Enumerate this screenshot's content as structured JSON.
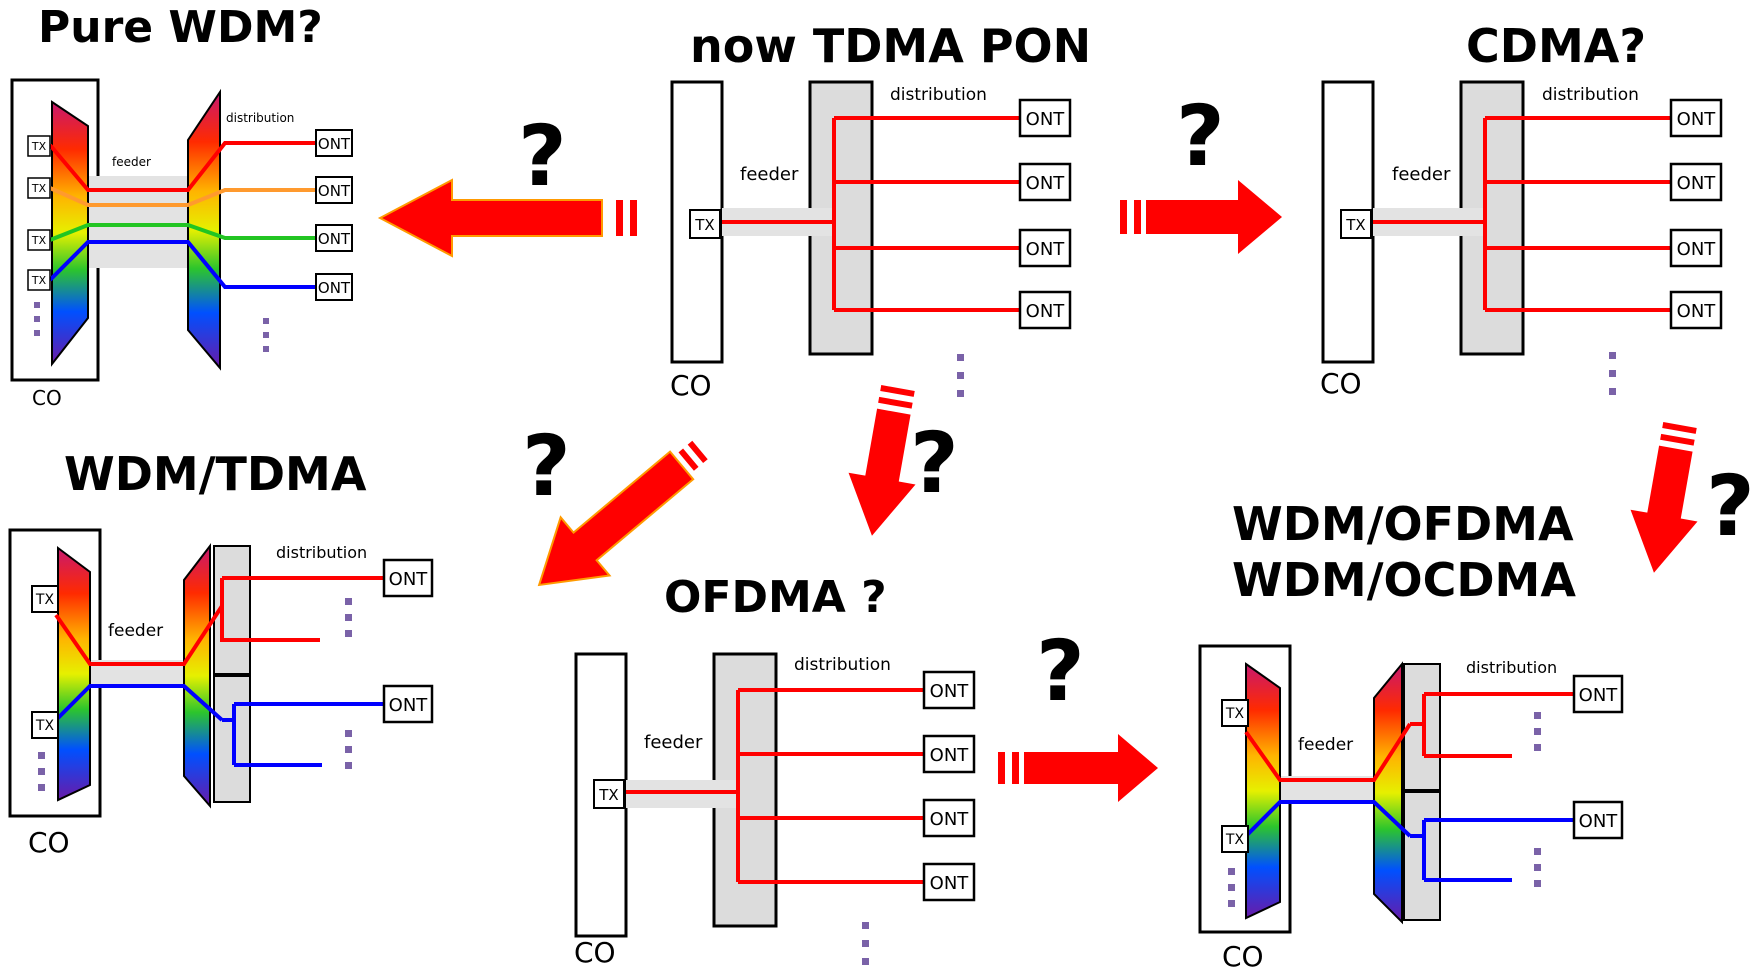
{
  "titles": {
    "pure_wdm": "Pure WDM?",
    "tdma": "now TDMA PON",
    "cdma": "CDMA?",
    "wdm_tdma": "WDM/TDMA",
    "ofdma": "OFDMA ?",
    "wdm_ofdma_line1": "WDM/OFDMA",
    "wdm_ofdma_line2": "WDM/OCDMA"
  },
  "labels": {
    "co": "CO",
    "feeder": "feeder",
    "distribution": "distribution",
    "tx": "TX",
    "ont": "ONT",
    "question": "?"
  },
  "colors": {
    "arrow": "#ff0000",
    "fiber_red": "#ff0000",
    "fiber_orange": "#ff9a2e",
    "fiber_green": "#22c522",
    "fiber_blue": "#0000ff",
    "box_gray": "#dcdcdc",
    "dots": "#7a62a8"
  }
}
